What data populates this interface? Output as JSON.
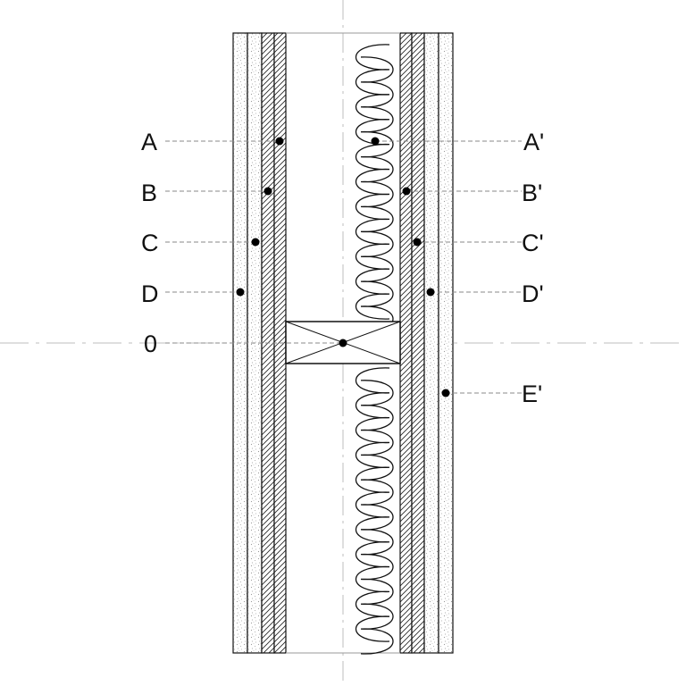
{
  "diagram": {
    "colors": {
      "line": "#111111",
      "leader": "#8a8a8a",
      "center_line": "#bdbdbd",
      "speckle": "#9a9a9a",
      "background": "#ffffff"
    },
    "left_labels": [
      {
        "id": "A",
        "text": "A"
      },
      {
        "id": "B",
        "text": "B"
      },
      {
        "id": "C",
        "text": "C"
      },
      {
        "id": "D",
        "text": "D"
      },
      {
        "id": "0",
        "text": "0"
      }
    ],
    "right_labels": [
      {
        "id": "A2",
        "text": "A'"
      },
      {
        "id": "B2",
        "text": "B'"
      },
      {
        "id": "C2",
        "text": "C'"
      },
      {
        "id": "D2",
        "text": "D'"
      },
      {
        "id": "E2",
        "text": "E'"
      }
    ]
  }
}
